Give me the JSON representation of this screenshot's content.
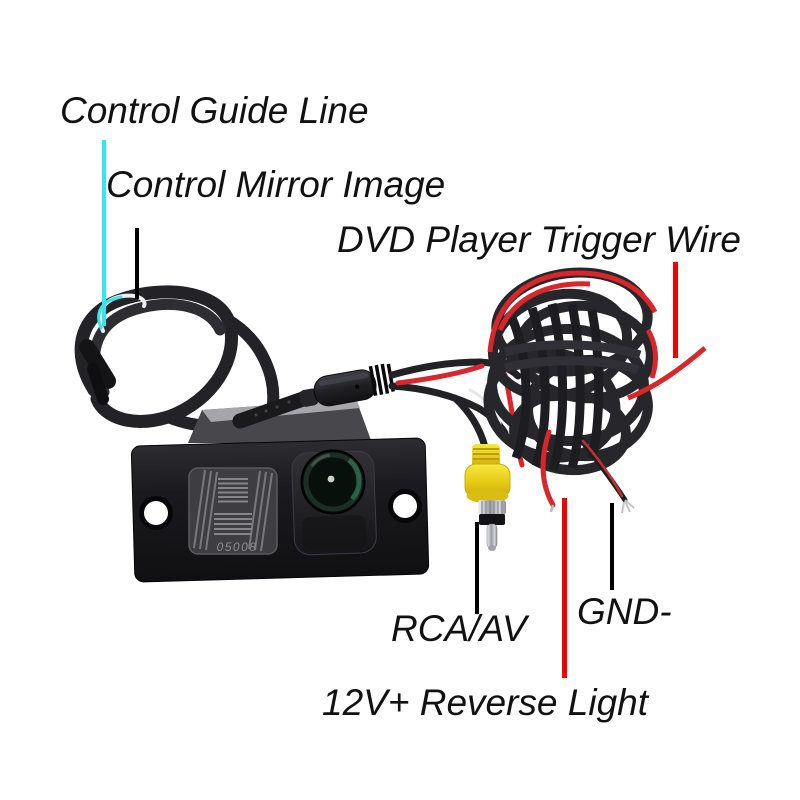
{
  "annotations": {
    "guide_line": {
      "label": "Control Guide Line",
      "pointer_color": "#35e6ee"
    },
    "mirror_image": {
      "label": "Control Mirror Image",
      "pointer_color": "#000000"
    },
    "trigger_wire": {
      "label": "DVD Player Trigger Wire",
      "pointer_color": "#ee0202"
    },
    "rca_av": {
      "label": "RCA/AV",
      "pointer_color": "#000000"
    },
    "gnd": {
      "label": "GND-",
      "pointer_color": "#000000"
    },
    "reverse_light": {
      "label": "12V+ Reverse Light",
      "pointer_color": "#ee0202"
    }
  },
  "camera": {
    "etched_code": "05008"
  },
  "colors": {
    "background": "#ffffff",
    "label_text": "#111111",
    "cable_black": "#232327",
    "wire_red": "#d8262a",
    "rca_plug_yellow": "#e8d31d",
    "guide_wire_cyan": "#35e6ee",
    "mount_plate_black": "#1a1a1e"
  }
}
